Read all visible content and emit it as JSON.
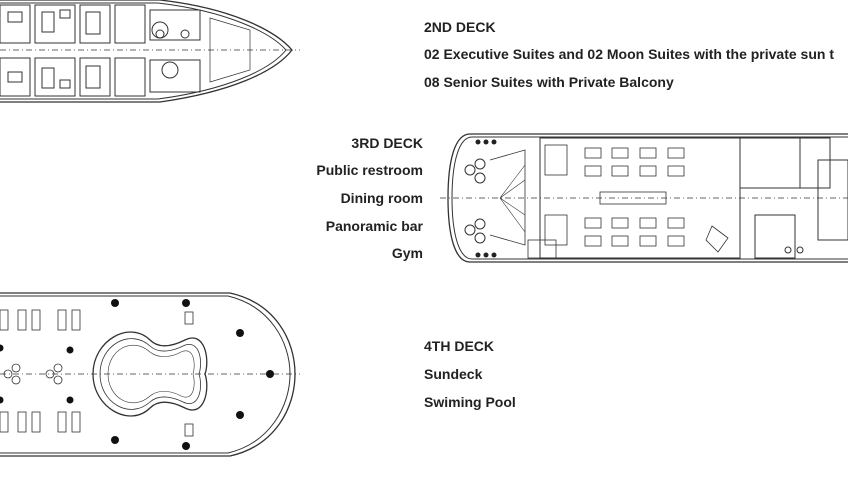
{
  "deck2": {
    "title": "2ND DECK",
    "lines": [
      "02 Executive Suites and 02 Moon Suites with the private sun t",
      "08 Senior Suites with Private Balcony"
    ]
  },
  "deck3": {
    "title": "3RD DECK",
    "lines": [
      "Public restroom",
      "Dining room",
      "Panoramic bar",
      "Gym"
    ]
  },
  "deck4": {
    "title": "4TH DECK",
    "lines": [
      "Sundeck",
      "Swiming Pool"
    ]
  }
}
